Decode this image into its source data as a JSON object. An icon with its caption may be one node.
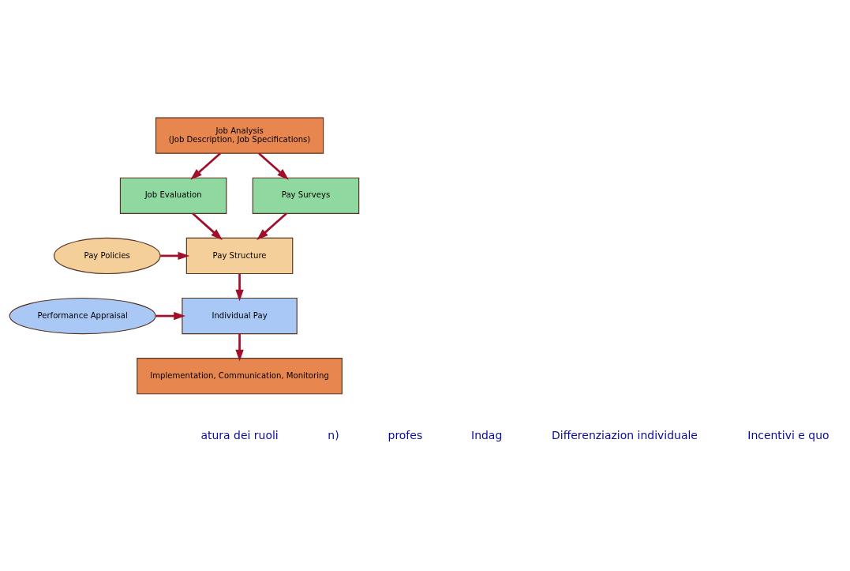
{
  "diagram": {
    "nodes": [
      {
        "text": [
          "Job Analysis",
          "(Job Description, Job Specifications)"
        ]
      },
      {
        "text": [
          "Job Evaluation"
        ]
      },
      {
        "text": [
          "Pay Surveys"
        ]
      },
      {
        "text": [
          "Pay Policies"
        ]
      },
      {
        "text": [
          "Pay Structure"
        ]
      },
      {
        "text": [
          "Individual Pay"
        ]
      },
      {
        "text": [
          "Performance Appraisal"
        ]
      },
      {
        "text": [
          "Implementation, Communication, Monitoring"
        ]
      }
    ],
    "edges": [
      {
        "from": 0,
        "to": 1,
        "arrow": "to"
      },
      {
        "from": 0,
        "to": 2,
        "arrow": "to"
      },
      {
        "from": 1,
        "to": 4,
        "arrow": "to"
      },
      {
        "from": 2,
        "to": 4,
        "arrow": "to"
      },
      {
        "from": 3,
        "to": 4,
        "arrow": "to"
      },
      {
        "from": 4,
        "to": 5,
        "arrow": "to"
      },
      {
        "from": 6,
        "to": 5,
        "arrow": "to"
      },
      {
        "from": 5,
        "to": 7,
        "arrow": "to"
      }
    ],
    "labels": [
      "atura dei ruoli",
      "n)",
      "profes",
      "Indag",
      "Differenziazion individuale",
      "Incentivi e quo"
    ]
  }
}
